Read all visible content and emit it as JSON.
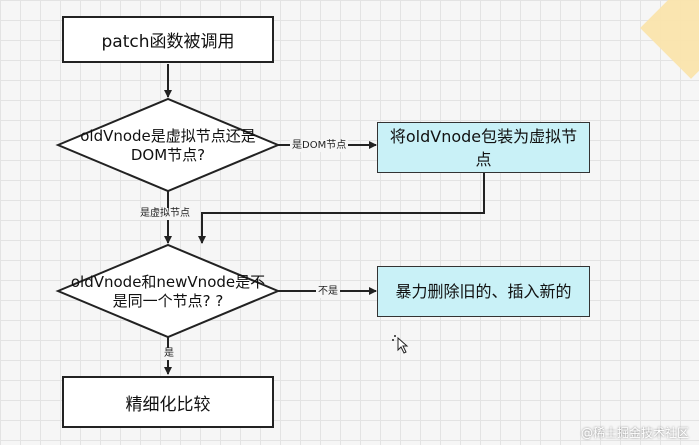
{
  "nodes": {
    "start": "patch函数被调用",
    "decision1": "oldVnode是虚拟节点还是DOM节点?",
    "wrap": "将oldVnode包装为虚拟节点",
    "decision2": "oldVnode和newVnode是不是同一个节点? ?",
    "replace": "暴力删除旧的、插入新的",
    "compare": "精细化比较"
  },
  "edges": {
    "is_dom": "是DOM节点",
    "is_vnode": "是虚拟节点",
    "not_same": "不是",
    "same": "是"
  },
  "watermark": "@稀土掘金技术社区",
  "colors": {
    "process_fill": "#ffffff",
    "highlight_fill": "#c9f1f7",
    "stroke": "#222222",
    "badge": "#fbe3a8"
  }
}
